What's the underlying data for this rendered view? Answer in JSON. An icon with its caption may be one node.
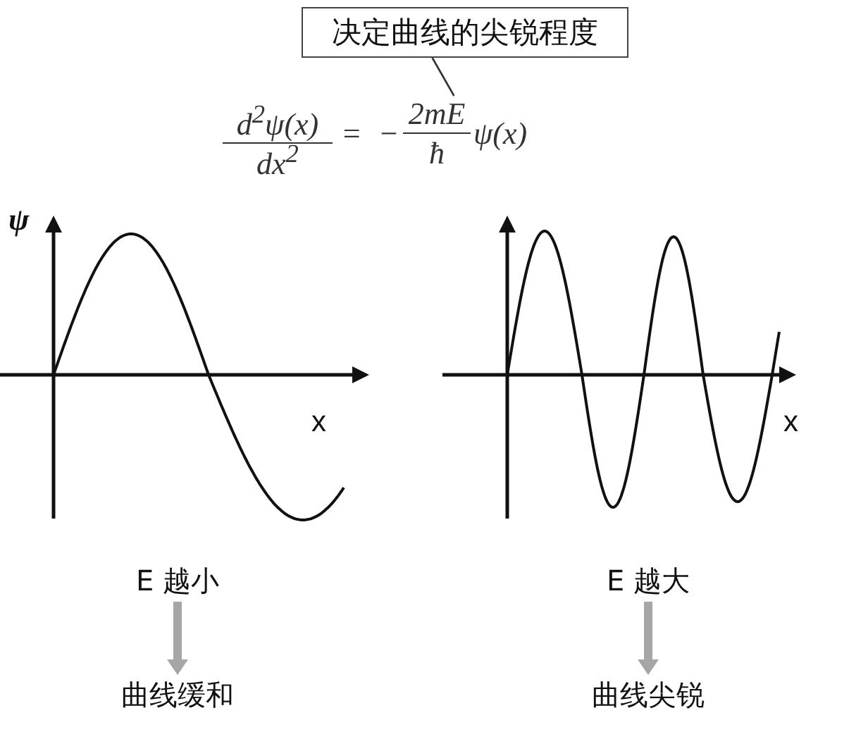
{
  "diagram": {
    "nodes": [
      {
        "text": [
          "决定曲线的尖锐程度"
        ]
      },
      {
        "text": [
          "d$^{2}$ψ(x)",
          "dx$^{2}$",
          "= −",
          "2mE",
          "ħ",
          "ψ(x)"
        ]
      },
      {
        "text": [
          "E 越小"
        ]
      },
      {
        "text": [
          "曲线缓和"
        ]
      },
      {
        "text": [
          "E 越大"
        ]
      },
      {
        "text": [
          "曲线尖锐"
        ]
      }
    ],
    "edges": [
      {
        "from": 0,
        "to": 1,
        "arrow": "none",
        "color": "#333333"
      },
      {
        "from": 2,
        "to": 3,
        "arrow": "to"
      },
      {
        "from": 4,
        "to": 5,
        "arrow": "to"
      }
    ],
    "labels": [
      "ψ",
      "x",
      "x"
    ]
  }
}
